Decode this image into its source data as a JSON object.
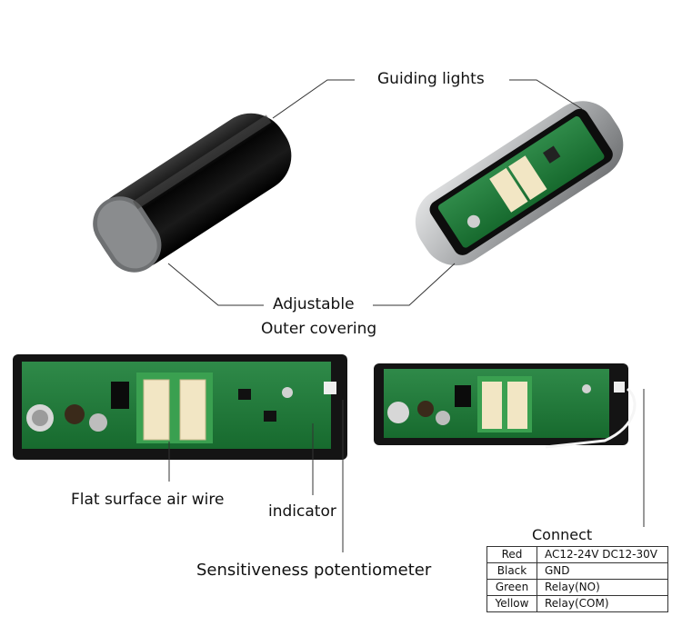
{
  "labels": {
    "guiding_lights": "Guiding lights",
    "adjustable": "Adjustable",
    "outer_covering": "Outer covering",
    "flat_surface_air_wire": "Flat surface air wire",
    "indicator": "indicator",
    "sensitiveness_potentiometer": "Sensitiveness potentiometer"
  },
  "connect": {
    "title": "Connect",
    "rows": [
      {
        "color": "Red",
        "function": "AC12-24V DC12-30V"
      },
      {
        "color": "Black",
        "function": "GND"
      },
      {
        "color": "Green",
        "function": "Relay(NO)"
      },
      {
        "color": "Yellow",
        "function": "Relay(COM)"
      }
    ]
  },
  "colors": {
    "housing": "#111111",
    "pcb": "#1f7a3a",
    "cap_silver": "#b7b9bb",
    "terminal": "#f2e6c4"
  }
}
